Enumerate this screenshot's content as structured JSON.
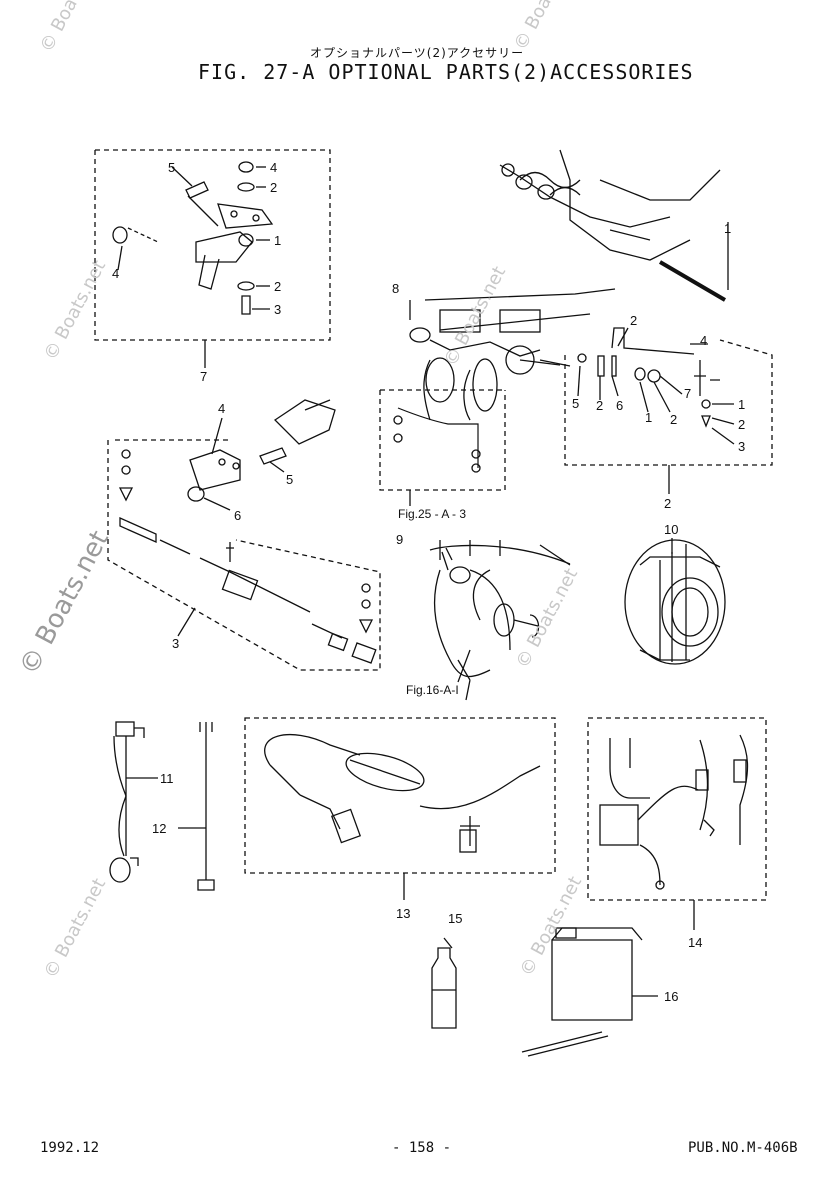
{
  "header": {
    "subtitle_jp": "オプショナルパーツ(2)アクセサリー",
    "title": "FIG. 27-A OPTIONAL PARTS(2)ACCESSORIES"
  },
  "watermark": {
    "text": "© Boats.net"
  },
  "callouts": {
    "g7": [
      "5",
      "4",
      "2",
      "1",
      "2",
      "3",
      "4",
      "7"
    ],
    "g1": [
      "1",
      "8",
      "2",
      "4",
      "5",
      "2",
      "6",
      "1",
      "2",
      "7",
      "1",
      "2",
      "3",
      "2"
    ],
    "g3": [
      "4",
      "5",
      "6",
      "3"
    ],
    "misc": [
      "9",
      "10",
      "11",
      "12",
      "13",
      "14",
      "15",
      "16"
    ]
  },
  "references": {
    "fig25": "Fig.25 - A - 3",
    "fig16": "Fig.16-A-I"
  },
  "footer": {
    "date": "1992.12",
    "page": "- 158 -",
    "pub": "PUB.NO.M-406B"
  },
  "colors": {
    "ink": "#111111",
    "watermark": "#c8c8c8"
  }
}
